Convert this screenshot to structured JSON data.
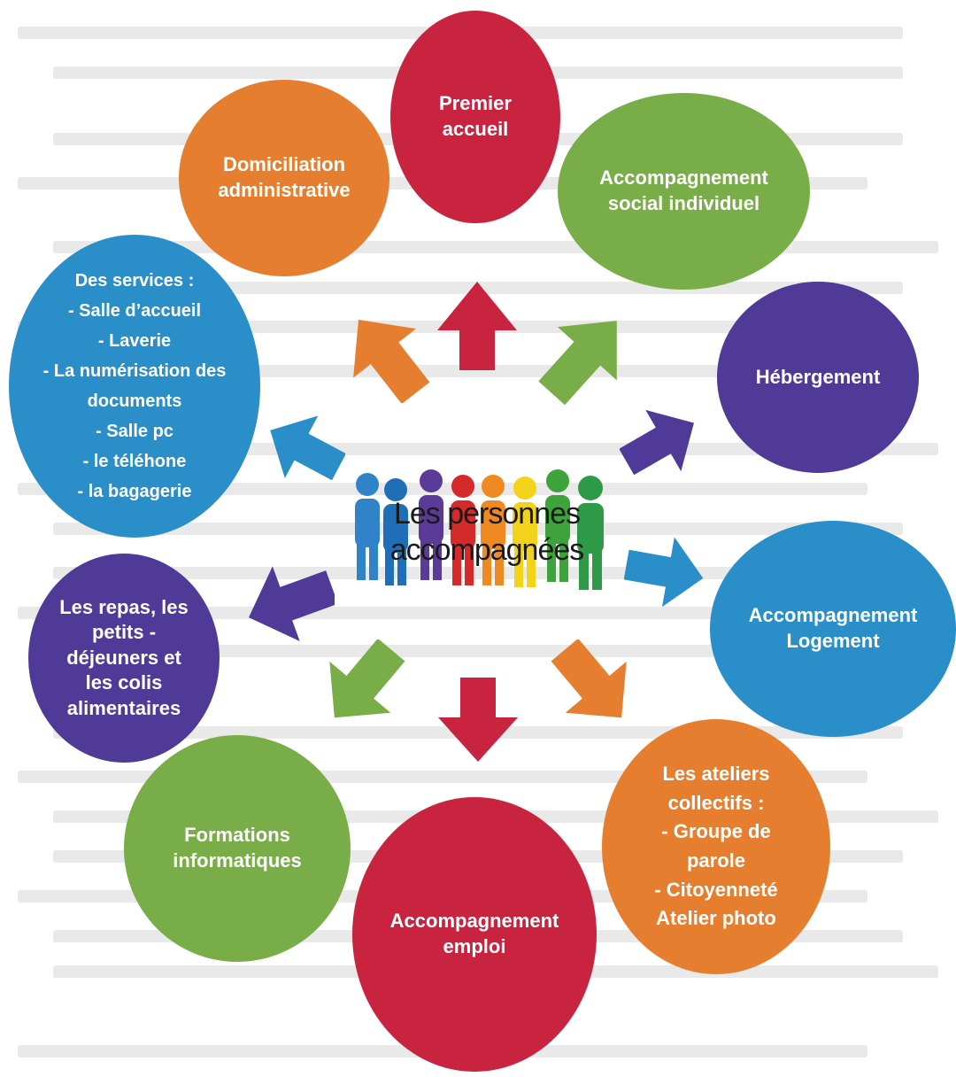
{
  "center": {
    "title": "Les personnes accompagnées"
  },
  "colors": {
    "red": "#c8233f",
    "green": "#79ad48",
    "orange": "#e57f2f",
    "purple": "#4f3a97",
    "blue": "#2a8ec9"
  },
  "nodes": [
    {
      "id": "premier-accueil",
      "color": "red",
      "lines": [
        "Premier",
        "accueil"
      ]
    },
    {
      "id": "accompagnement-social",
      "color": "green",
      "lines": [
        "Accompagnement",
        "social individuel"
      ]
    },
    {
      "id": "hebergement",
      "color": "purple",
      "lines": [
        "Hébergement"
      ]
    },
    {
      "id": "accompagnement-logement",
      "color": "blue",
      "lines": [
        "Accompagnement",
        "Logement"
      ]
    },
    {
      "id": "ateliers-collectifs",
      "color": "orange",
      "lines": [
        "Les ateliers",
        "collectifs :",
        "- Groupe de",
        "parole",
        "- Citoyenneté",
        "Atelier photo"
      ]
    },
    {
      "id": "accompagnement-emploi",
      "color": "red",
      "lines": [
        "Accompagnement",
        "emploi"
      ]
    },
    {
      "id": "formations-informatiques",
      "color": "green",
      "lines": [
        "Formations",
        "informatiques"
      ]
    },
    {
      "id": "repas",
      "color": "purple",
      "lines": [
        "Les repas, les",
        "petits -",
        "déjeuners et",
        "les colis",
        "alimentaires"
      ]
    },
    {
      "id": "services",
      "color": "blue",
      "lines": [
        "Des services :",
        "- Salle d’accueil",
        "- Laverie",
        "- La numérisation des",
        "documents",
        "- Salle pc",
        "- le téléhone",
        "- la bagagerie"
      ]
    },
    {
      "id": "domiciliation",
      "color": "orange",
      "lines": [
        "Domiciliation",
        "administrative"
      ]
    }
  ]
}
